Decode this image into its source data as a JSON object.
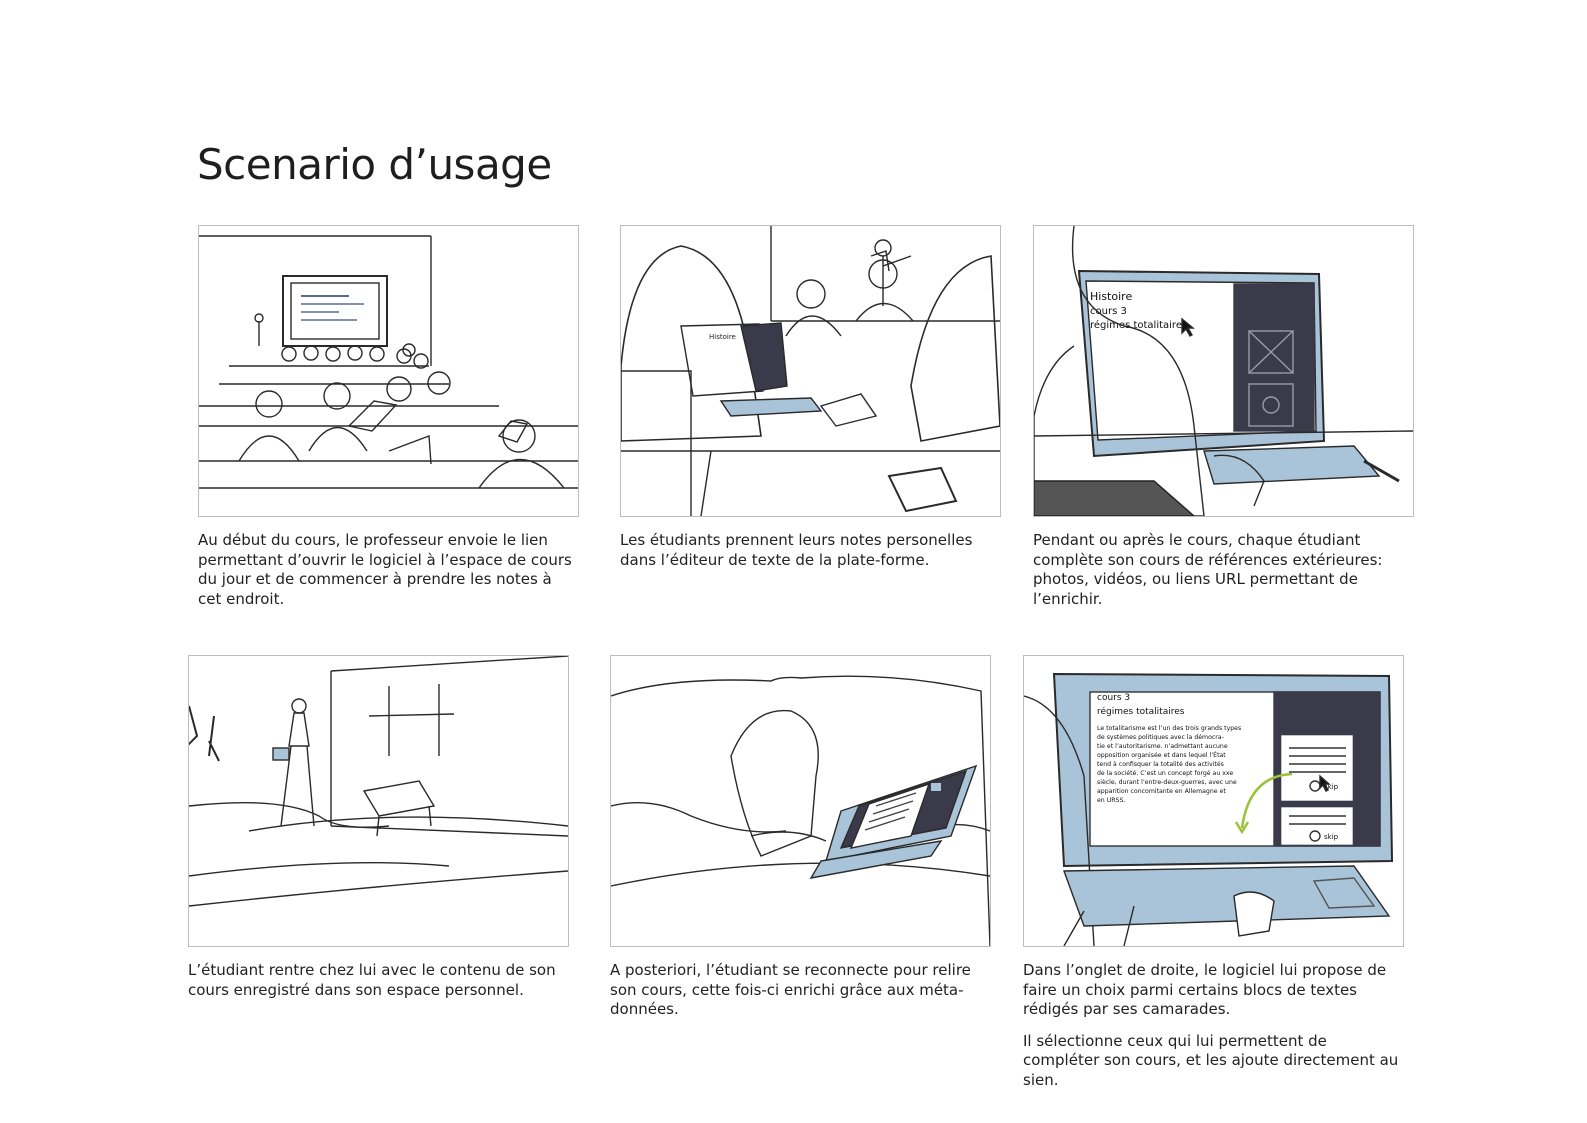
{
  "page": {
    "title": "Scenario d’usage"
  },
  "panels": [
    {
      "caption": [
        "Au début du cours, le professeur envoie le lien permettant d’ouvrir le logiciel à l’espace de cours du jour et de commencer à prendre les notes à cet endroit."
      ]
    },
    {
      "caption": [
        "Les étudiants prennent leurs notes personelles dans l’éditeur de texte de la plate-forme."
      ],
      "screen_text": "Histoire"
    },
    {
      "caption": [
        "Pendant ou après le cours, chaque étudiant complète son cours de références extérieures: photos, vidéos, ou liens URL permettant de l’enrichir."
      ],
      "screen_lines": [
        "Histoire",
        "cours 3",
        "régimes totalitaires"
      ]
    },
    {
      "caption": [
        "L’étudiant rentre chez lui avec le contenu de son cours enregistré dans son espace personnel."
      ]
    },
    {
      "caption": [
        "A posteriori, l’étudiant se reconnecte pour relire son cours, cette fois-ci enrichi grâce aux méta-données."
      ]
    },
    {
      "caption": [
        "Dans l’onglet de droite, le logiciel lui propose de faire un choix parmi certains blocs de textes rédigés par ses camarades.",
        "Il sélectionne ceux qui lui permettent de compléter son cours, et les ajoute directement au sien."
      ],
      "screen_heading": [
        "cours 3",
        "régimes totalitaires"
      ],
      "screen_body": [
        "Le totalitarisme est l’un des trois grands types",
        "de systèmes politiques avec la démocra-",
        "tie et l’autoritarisme. n’admettant aucune",
        "opposition organisée et dans lequel l’État",
        "tend à confisquer la totalité des activités",
        "de la société. C’est un concept forgé au xxe",
        "siècle, durant l’entre-deux-guerres, avec une",
        "apparition concomitante en Allemagne et",
        "en URSS."
      ],
      "skip_label": "skip"
    }
  ],
  "colors": {
    "screen_blue": "#a9c4d8",
    "screen_dark": "#3a3a4a",
    "accent_green": "#9cc23a",
    "ink": "#2a2a2a"
  }
}
